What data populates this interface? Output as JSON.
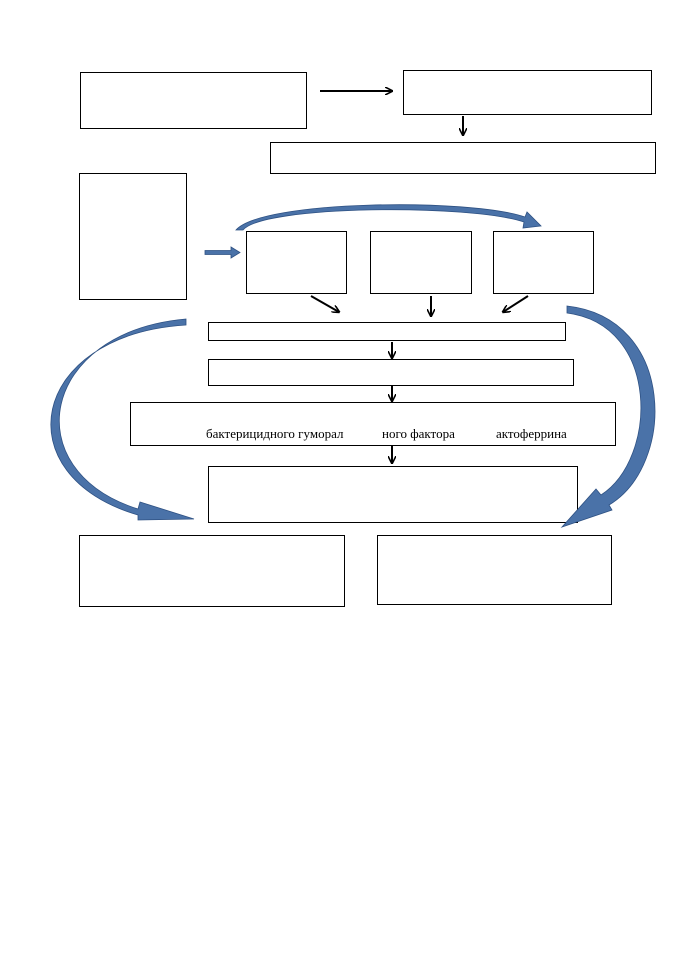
{
  "diagram": {
    "boxes": [
      {
        "id": "top-left",
        "text": ""
      },
      {
        "id": "top-right",
        "text": ""
      },
      {
        "id": "wide-bar-1",
        "text": ""
      },
      {
        "id": "tall-left",
        "text": ""
      },
      {
        "id": "small-1",
        "text": ""
      },
      {
        "id": "small-2",
        "text": ""
      },
      {
        "id": "small-3",
        "text": ""
      },
      {
        "id": "bar-2",
        "text": ""
      },
      {
        "id": "bar-3",
        "text": ""
      },
      {
        "id": "bar-4",
        "text": ""
      },
      {
        "id": "bar-5",
        "text": ""
      },
      {
        "id": "bottom-left",
        "text": ""
      },
      {
        "id": "bottom-right",
        "text": ""
      }
    ],
    "bar4_fragments": [
      "бактерицидного гуморал",
      "ного фактора",
      "актоферрина"
    ],
    "colors": {
      "line": "#000000",
      "curved_arrow_fill": "#4a72a8",
      "curved_arrow_stroke": "#2e5183"
    }
  }
}
